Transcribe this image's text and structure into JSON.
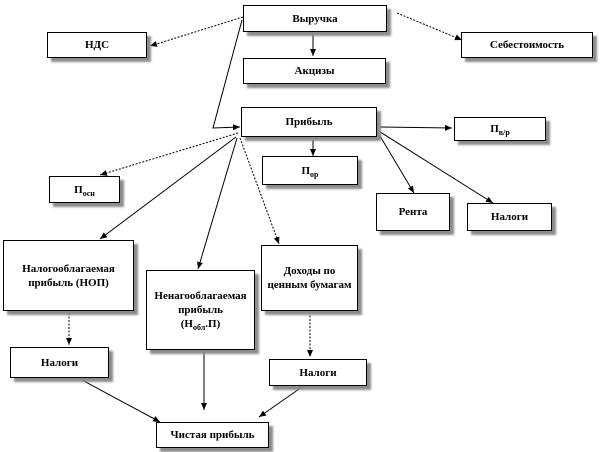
{
  "diagram": {
    "nodes": {
      "revenue": "Выручка",
      "vat": "НДС",
      "cost": "Себестоимость",
      "excise": "Акцизы",
      "profit": "Прибыль",
      "p_osn": {
        "base": "П",
        "sub": "осн"
      },
      "p_or": {
        "base": "П",
        "sub": "ор"
      },
      "p_vr": {
        "base": "П",
        "sub": "в/р"
      },
      "rent": "Рента",
      "taxes_right": "Налоги",
      "taxable_profit": "Налогооблагаемая прибыль (НОП)",
      "nontaxable_profit": {
        "text": "Ненагообла­гаемая прибыль",
        "formula_base": "(Н",
        "formula_sub": "обл",
        "formula_tail": ".П)"
      },
      "securities_income": "Доходы по ценным бумагам",
      "taxes_left": "Налоги",
      "taxes_mid": "Налоги",
      "net_profit": "Чистая прибыль"
    }
  }
}
